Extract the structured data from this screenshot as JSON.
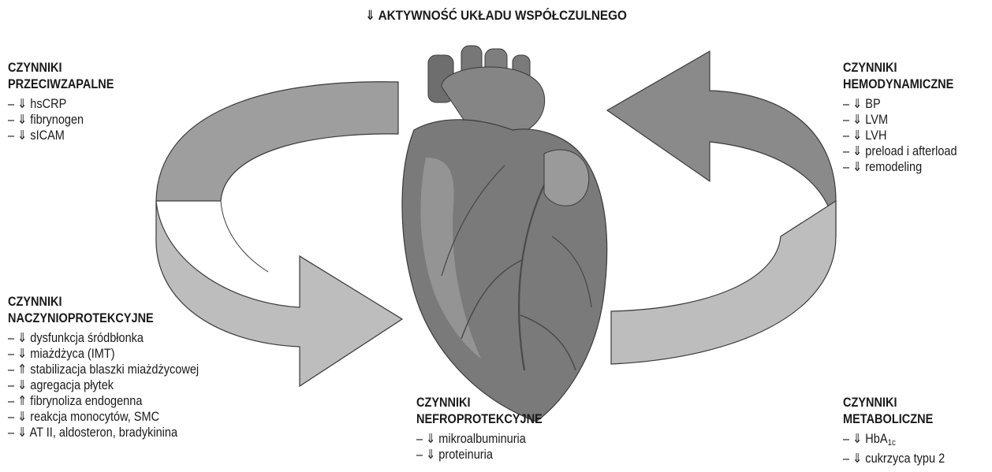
{
  "title": "⇓ AKTYWNOŚĆ UKŁADU WSPÓŁCZULNEGO",
  "colors": {
    "arrow_light": "#bdbdbd",
    "arrow_dark": "#8a8a8a",
    "heart": "#7a7a7a",
    "stroke": "#3a3a3a"
  },
  "icons": {
    "center": "heart-illustration",
    "arrows": "circular-arrow"
  },
  "blocks": {
    "przeciwzapalne": {
      "head1": "CZYNNIKI",
      "head2": "PRZECIWZAPALNE",
      "items": [
        "– ⇓ hsCRP",
        "– ⇓ fibrynogen",
        "– ⇓ sICAM"
      ]
    },
    "hemodynamiczne": {
      "head1": "CZYNNIKI",
      "head2": "HEMODYNAMICZNE",
      "items": [
        "– ⇓ BP",
        "– ⇓ LVM",
        "– ⇓ LVH",
        "– ⇓ preload i afterload",
        "– ⇓ remodeling"
      ]
    },
    "naczynioprotekcyjne": {
      "head1": "CZYNNIKI",
      "head2": "NACZYNIOPROTEKCYJNE",
      "items": [
        "– ⇓ dysfunkcja śródbłonka",
        "– ⇓ miażdżyca (IMT)",
        "– ⇑ stabilizacja blaszki miażdżycowej",
        "– ⇓ agregacja płytek",
        "– ⇑ fibrynoliza endogenna",
        "– ⇓ reakcja monocytów, SMC",
        "– ⇓ AT II, aldosteron, bradykinina"
      ]
    },
    "nefroprotekcyjne": {
      "head1": "CZYNNIKI",
      "head2": "NEFROPROTEKCYJNE",
      "items": [
        "– ⇓ mikroalbuminuria",
        "– ⇓ proteinuria"
      ]
    },
    "metaboliczne": {
      "head1": "CZYNNIKI",
      "head2": "METABOLICZNE",
      "item1_pre": "– ⇓ HbA",
      "item1_sub": "1c",
      "item2": "– ⇓ cukrzyca typu 2"
    }
  }
}
